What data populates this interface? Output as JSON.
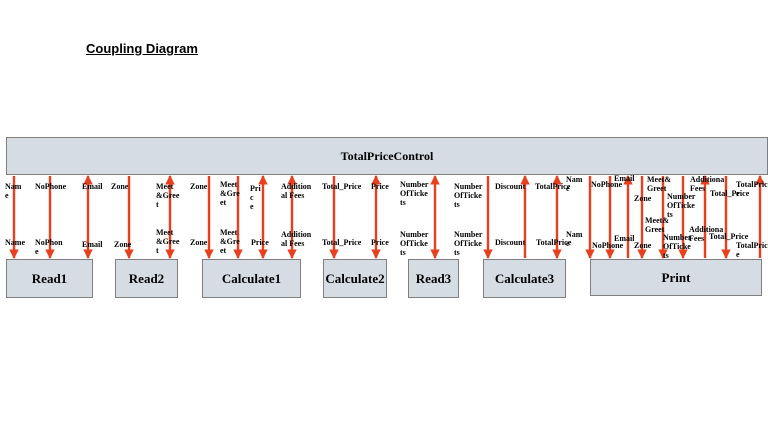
{
  "title": "Coupling Diagram",
  "top_module": "TotalPriceControl",
  "modules": [
    "Read1",
    "Read2",
    "Calculate1",
    "Calculate2",
    "Read3",
    "Calculate3",
    "Print"
  ],
  "colors": {
    "box_fill": "#d6dce4",
    "arrow": "#e8401c"
  },
  "labels_top": [
    "Nam\ne",
    "NoPhone",
    "Email",
    "Zone",
    "Meet\n&Gree\nt",
    "Zone",
    "Meet\n&Gre\net",
    "Pric\ne",
    "Addition\nal Fees",
    "Total_Price",
    "Price",
    "Number\nOfTicke\nts",
    "Number\nOfTicke\nts",
    "Discount",
    "TotalPrice",
    "Nam\ne",
    "NoPhone",
    "Email",
    "Zone",
    "Meet&\nGreet",
    "Number\nOfTicke\nts",
    "Additiona\nFees",
    "Total_Price",
    "TotalPrice"
  ],
  "labels_bottom": [
    "Name",
    "NoPhon\ne",
    "Email",
    "Zone",
    "Meet\n&Gree\nt",
    "Zone",
    "Meet\n&Gre\net",
    "Price",
    "Addition\nal Fees",
    "Total_Price",
    "Price",
    "Number\nOfTicke\nts",
    "Number\nOfTicke\nts",
    "Discount",
    "TotalPrice",
    "Nam\ne",
    "NoPhone",
    "Email",
    "Zone",
    "Meet&\nGreet",
    "Number\nOfTicke\nts",
    "Additiona\nFees",
    "Total_Price",
    "TotalPrice"
  ]
}
